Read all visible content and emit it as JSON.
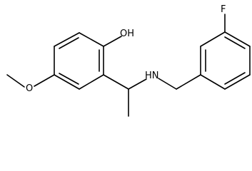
{
  "molecule": {
    "atom_labels": {
      "fluorine": "F",
      "hydroxyl": "OH",
      "amine": "HN",
      "methoxy_oxygen": "O"
    }
  }
}
